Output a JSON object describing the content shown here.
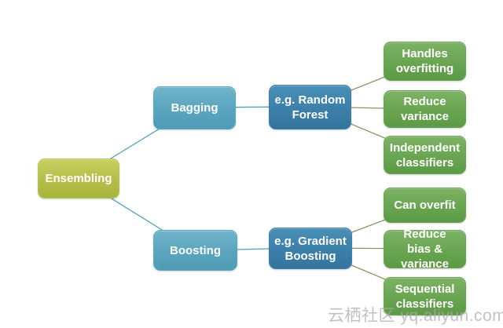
{
  "nodes": {
    "ensembling": {
      "label": "Ensembling",
      "fill": "#b3bf49"
    },
    "bagging": {
      "label": "Bagging",
      "fill": "#5aa5be"
    },
    "random_forest": {
      "label": "e.g. Random Forest",
      "fill": "#3c80a9"
    },
    "boosting": {
      "label": "Boosting",
      "fill": "#5aa5be"
    },
    "gradient_boosting": {
      "label": "e.g. Gradient Boosting",
      "fill": "#3c80a9"
    },
    "handles_overfitting": {
      "label": "Handles overfitting",
      "fill": "#69a551"
    },
    "reduce_variance": {
      "label": "Reduce variance",
      "fill": "#69a551"
    },
    "independent_classifiers": {
      "label": "Independent classifiers",
      "fill": "#69a551"
    },
    "can_overfit": {
      "label": "Can overfit",
      "fill": "#69a551"
    },
    "reduce_bias_variance": {
      "label": "Reduce bias & variance",
      "fill": "#69a551"
    },
    "sequential_classifiers": {
      "label": "Sequential classifiers",
      "fill": "#69a551"
    }
  },
  "colors": {
    "connector_left": "#4fa0bd",
    "connector_right": "#84975f",
    "text": "#ffffff",
    "background": "#ffffff"
  },
  "watermark": {
    "text": "云栖社区 yq.aliyun.com"
  }
}
